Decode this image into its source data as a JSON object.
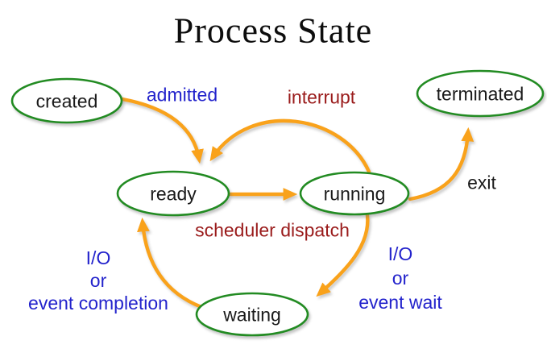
{
  "title": "Process State",
  "colors": {
    "state_border": "#228B22",
    "arrow": "#F9A21B",
    "label_blue": "#2323CC",
    "label_red": "#9A1B1B",
    "text_black": "#1a1a1a"
  },
  "states": {
    "created": {
      "label": "created"
    },
    "ready": {
      "label": "ready"
    },
    "running": {
      "label": "running"
    },
    "waiting": {
      "label": "waiting"
    },
    "terminated": {
      "label": "terminated"
    }
  },
  "transitions": {
    "admitted": {
      "label": "admitted",
      "from": "created",
      "to": "ready"
    },
    "interrupt": {
      "label": "interrupt",
      "from": "running",
      "to": "ready"
    },
    "scheduler_dispatch": {
      "label": "scheduler dispatch",
      "from": "ready",
      "to": "running"
    },
    "exit": {
      "label": "exit",
      "from": "running",
      "to": "terminated"
    },
    "io_event_wait": {
      "lines": [
        "I/O",
        "or",
        "event wait"
      ],
      "from": "running",
      "to": "waiting"
    },
    "io_event_completion": {
      "lines": [
        "I/O",
        "or",
        "event completion"
      ],
      "from": "waiting",
      "to": "ready"
    }
  }
}
